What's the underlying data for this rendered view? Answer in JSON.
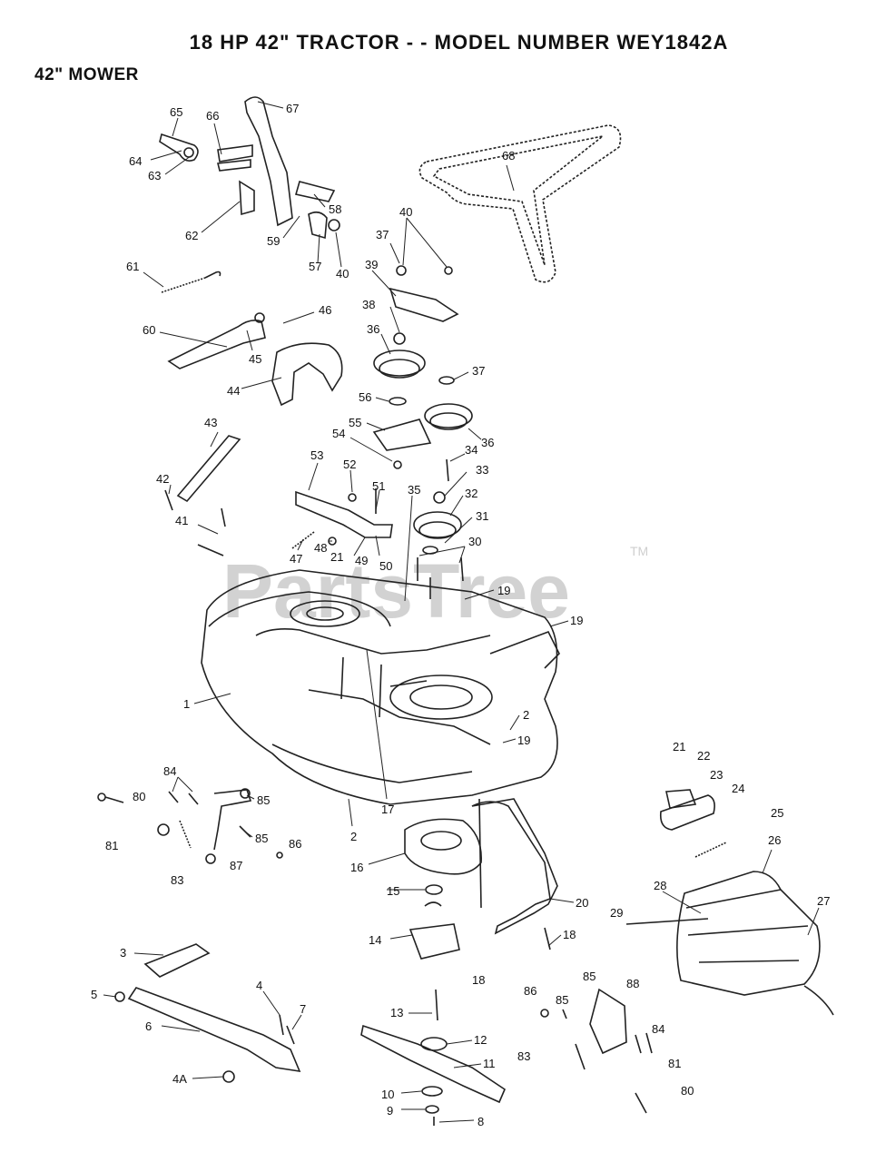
{
  "header": {
    "title": "18 HP 42\" TRACTOR - - MODEL NUMBER WEY1842A",
    "subtitle": "42\" MOWER"
  },
  "watermark": {
    "text": "PartsTree",
    "trademark": "TM"
  },
  "labels": [
    {
      "id": "l67",
      "text": "67"
    },
    {
      "id": "l65",
      "text": "65"
    },
    {
      "id": "l66",
      "text": "66"
    },
    {
      "id": "l64",
      "text": "64"
    },
    {
      "id": "l63",
      "text": "63"
    },
    {
      "id": "l68",
      "text": "68"
    },
    {
      "id": "l58",
      "text": "58"
    },
    {
      "id": "l62",
      "text": "62"
    },
    {
      "id": "l59",
      "text": "59"
    },
    {
      "id": "l57",
      "text": "57"
    },
    {
      "id": "l40a",
      "text": "40"
    },
    {
      "id": "l40b",
      "text": "40"
    },
    {
      "id": "l37a",
      "text": "37"
    },
    {
      "id": "l39",
      "text": "39"
    },
    {
      "id": "l61",
      "text": "61"
    },
    {
      "id": "l38",
      "text": "38"
    },
    {
      "id": "l46",
      "text": "46"
    },
    {
      "id": "l60",
      "text": "60"
    },
    {
      "id": "l36a",
      "text": "36"
    },
    {
      "id": "l45",
      "text": "45"
    },
    {
      "id": "l37b",
      "text": "37"
    },
    {
      "id": "l44",
      "text": "44"
    },
    {
      "id": "l56",
      "text": "56"
    },
    {
      "id": "l55",
      "text": "55"
    },
    {
      "id": "l36b",
      "text": "36"
    },
    {
      "id": "l43",
      "text": "43"
    },
    {
      "id": "l54",
      "text": "54"
    },
    {
      "id": "l34",
      "text": "34"
    },
    {
      "id": "l53",
      "text": "53"
    },
    {
      "id": "l52",
      "text": "52"
    },
    {
      "id": "l33",
      "text": "33"
    },
    {
      "id": "l42",
      "text": "42"
    },
    {
      "id": "l51",
      "text": "51"
    },
    {
      "id": "l35",
      "text": "35"
    },
    {
      "id": "l32",
      "text": "32"
    },
    {
      "id": "l41",
      "text": "41"
    },
    {
      "id": "l31",
      "text": "31"
    },
    {
      "id": "l30",
      "text": "30"
    },
    {
      "id": "l47",
      "text": "47"
    },
    {
      "id": "l48",
      "text": "48"
    },
    {
      "id": "l21a",
      "text": "21"
    },
    {
      "id": "l49",
      "text": "49"
    },
    {
      "id": "l50",
      "text": "50"
    },
    {
      "id": "l19a",
      "text": "19"
    },
    {
      "id": "l19b",
      "text": "19"
    },
    {
      "id": "l1",
      "text": "1"
    },
    {
      "id": "l2a",
      "text": "2"
    },
    {
      "id": "l19c",
      "text": "19"
    },
    {
      "id": "l21b",
      "text": "21"
    },
    {
      "id": "l22",
      "text": "22"
    },
    {
      "id": "l23",
      "text": "23"
    },
    {
      "id": "l84a",
      "text": "84"
    },
    {
      "id": "l80a",
      "text": "80"
    },
    {
      "id": "l85a",
      "text": "85"
    },
    {
      "id": "l17",
      "text": "17"
    },
    {
      "id": "l24",
      "text": "24"
    },
    {
      "id": "l25",
      "text": "25"
    },
    {
      "id": "l2b",
      "text": "2"
    },
    {
      "id": "l85b",
      "text": "85"
    },
    {
      "id": "l81a",
      "text": "81"
    },
    {
      "id": "l86a",
      "text": "86"
    },
    {
      "id": "l26",
      "text": "26"
    },
    {
      "id": "l16",
      "text": "16"
    },
    {
      "id": "l83a",
      "text": "83"
    },
    {
      "id": "l87",
      "text": "87"
    },
    {
      "id": "l27",
      "text": "27"
    },
    {
      "id": "l28",
      "text": "28"
    },
    {
      "id": "l15",
      "text": "15"
    },
    {
      "id": "l20",
      "text": "20"
    },
    {
      "id": "l29",
      "text": "29"
    },
    {
      "id": "l18a",
      "text": "18"
    },
    {
      "id": "l14",
      "text": "14"
    },
    {
      "id": "l3",
      "text": "3"
    },
    {
      "id": "l18b",
      "text": "18"
    },
    {
      "id": "l85c",
      "text": "85"
    },
    {
      "id": "l88",
      "text": "88"
    },
    {
      "id": "l5",
      "text": "5"
    },
    {
      "id": "l4",
      "text": "4"
    },
    {
      "id": "l86b",
      "text": "86"
    },
    {
      "id": "l85d",
      "text": "85"
    },
    {
      "id": "l7",
      "text": "7"
    },
    {
      "id": "l13",
      "text": "13"
    },
    {
      "id": "l6",
      "text": "6"
    },
    {
      "id": "l84b",
      "text": "84"
    },
    {
      "id": "l12",
      "text": "12"
    },
    {
      "id": "l83b",
      "text": "83"
    },
    {
      "id": "l81b",
      "text": "81"
    },
    {
      "id": "l11",
      "text": "11"
    },
    {
      "id": "l4a",
      "text": "4A"
    },
    {
      "id": "l80b",
      "text": "80"
    },
    {
      "id": "l10",
      "text": "10"
    },
    {
      "id": "l9",
      "text": "9"
    },
    {
      "id": "l8",
      "text": "8"
    }
  ]
}
